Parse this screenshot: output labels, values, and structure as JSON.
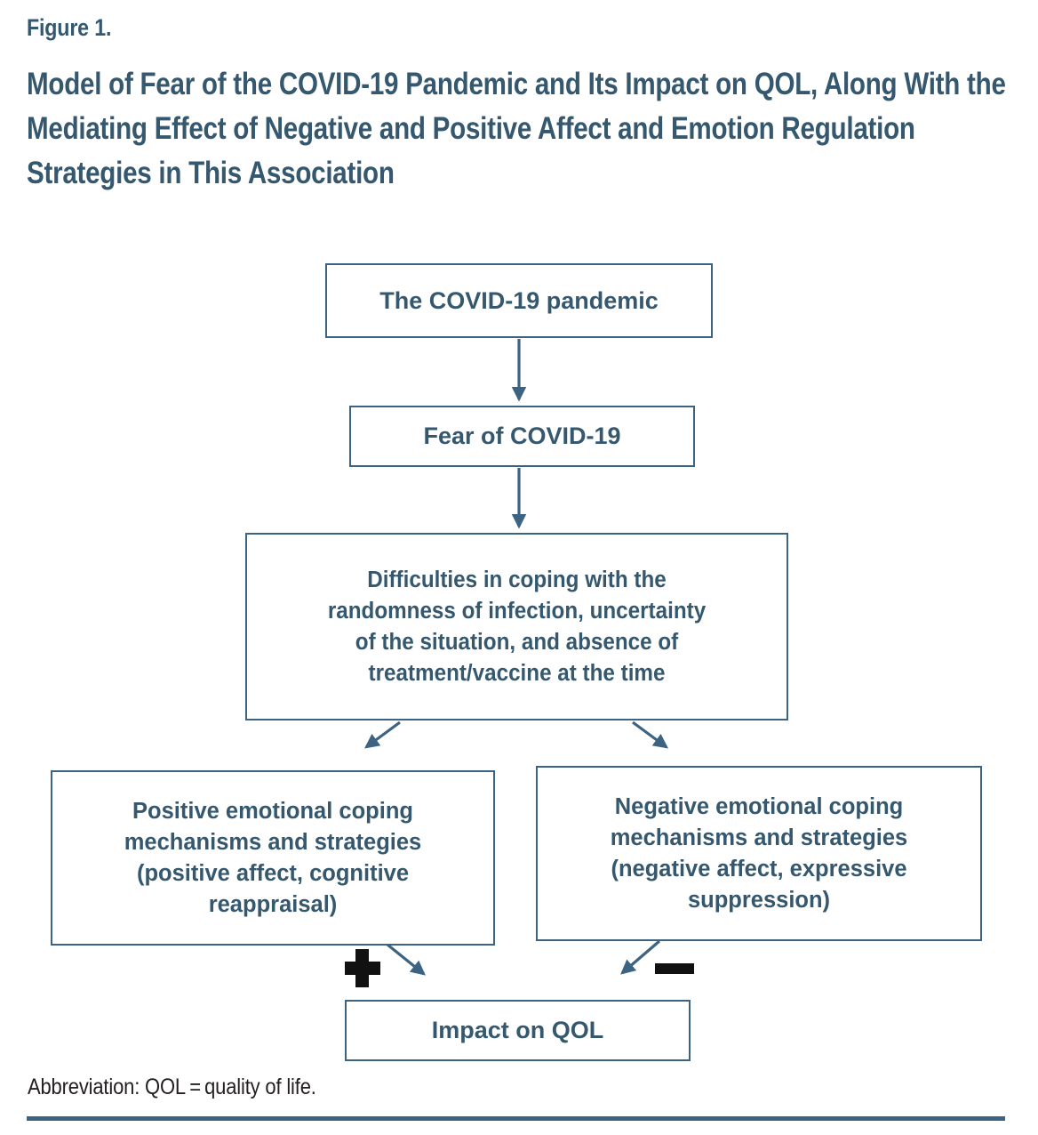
{
  "figure": {
    "label": "Figure 1.",
    "title": "Model of Fear of the COVID-19 Pandemic and Its Impact on QOL, Along With the Mediating Effect of Negative and Positive Affect and Emotion Regulation Strategies in This Association",
    "abbreviation_note": "Abbreviation: QOL = quality of life."
  },
  "colors": {
    "accent": "#35586f",
    "border": "#3d6382",
    "arrow": "#3d6382",
    "sign": "#111111",
    "note_text": "#231f20",
    "background": "#ffffff"
  },
  "chart_data": {
    "type": "diagram",
    "title": "Model of Fear of the COVID-19 Pandemic and Its Impact on QOL, Along With the Mediating Effect of Negative and Positive Affect and Emotion Regulation Strategies in This Association",
    "nodes": [
      {
        "id": "pandemic",
        "label": "The COVID-19 pandemic"
      },
      {
        "id": "fear",
        "label": "Fear of COVID-19"
      },
      {
        "id": "difficulties",
        "label": "Difficulties in coping with the randomness of infection, uncertainty of the situation, and absence of treatment/vaccine at the time"
      },
      {
        "id": "positive",
        "label": "Positive emotional coping mechanisms and strategies (positive affect, cognitive reappraisal)"
      },
      {
        "id": "negative",
        "label": "Negative emotional coping mechanisms and strategies (negative affect, expressive suppression)"
      },
      {
        "id": "impact",
        "label": "Impact on QOL"
      }
    ],
    "edges": [
      {
        "from": "pandemic",
        "to": "fear",
        "sign": ""
      },
      {
        "from": "fear",
        "to": "difficulties",
        "sign": ""
      },
      {
        "from": "difficulties",
        "to": "positive",
        "sign": ""
      },
      {
        "from": "difficulties",
        "to": "negative",
        "sign": ""
      },
      {
        "from": "positive",
        "to": "impact",
        "sign": "+"
      },
      {
        "from": "negative",
        "to": "impact",
        "sign": "−"
      }
    ],
    "annotations": [
      {
        "id": "plus-sign",
        "text": "+"
      },
      {
        "id": "minus-sign",
        "text": "−"
      }
    ]
  },
  "boxes": {
    "pandemic": "The COVID-19 pandemic",
    "fear": "Fear of COVID-19",
    "difficulties_line1": "Difficulties in coping with the",
    "difficulties_line2": "randomness of infection, uncertainty",
    "difficulties_line3": "of the situation, and absence of",
    "difficulties_line4": "treatment/vaccine at the time",
    "positive_line1": "Positive emotional coping",
    "positive_line2": "mechanisms and strategies",
    "positive_line3": "(positive affect, cognitive",
    "positive_line4": "reappraisal)",
    "negative_line1": "Negative emotional coping",
    "negative_line2": "mechanisms and strategies",
    "negative_line3": "(negative affect, expressive",
    "negative_line4": "suppression)",
    "impact": "Impact on QOL"
  },
  "signs": {
    "plus": "+",
    "minus": "−"
  }
}
